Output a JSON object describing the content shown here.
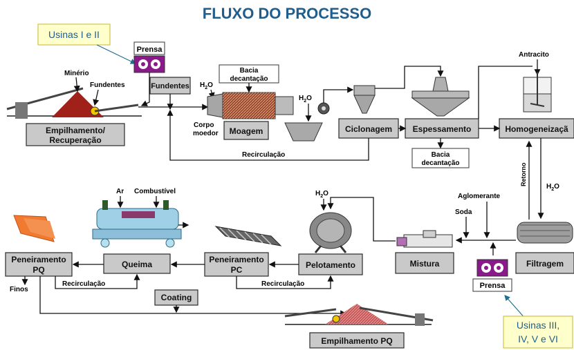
{
  "title": "FLUXO DO PROCESSO",
  "callouts": {
    "top_left": "Usinas I e II",
    "bottom_right": [
      "Usinas III,",
      "IV, V e VI"
    ]
  },
  "colors": {
    "title": "#1f5e8c",
    "box_fill": "#c9c9c9",
    "callout_fill": "#ffffcc",
    "ore_red": "#a0201a",
    "pellet_orange": "#f07a30",
    "press_purple": "#8a1a8a"
  },
  "boxes": {
    "empilhamento": [
      "Empilhamento/",
      "Recuperação"
    ],
    "fundentes_box": "Fundentes",
    "prensa_top": "Prensa",
    "moagem": "Moagem",
    "ciclonagem": "Ciclonagem",
    "espessamento": "Espessamento",
    "homogeneizacao": "Homogeneizaçã",
    "filtragem": "Filtragem",
    "mistura": "Mistura",
    "pelotamento": "Pelotamento",
    "peneiramento_pc": [
      "Peneiramento",
      "PC"
    ],
    "queima": "Queima",
    "peneiramento_pq": [
      "Peneiramento",
      "PQ"
    ],
    "coating": "Coating",
    "empilhamento_pq": "Empilhamento PQ",
    "prensa_bottom": "Prensa",
    "bacia_top": [
      "Bacia",
      "decantação"
    ],
    "bacia_bottom": [
      "Bacia",
      "decantação"
    ]
  },
  "labels": {
    "minerio": "Minério",
    "fundentes": "Fundentes",
    "h2o_moagem": "H",
    "corpo_moedor": [
      "Corpo",
      "moedor"
    ],
    "recirculacao_top": "Recirculação",
    "antracito": "Antracito",
    "retorno": "Retorno",
    "aglomerante": "Aglomerante",
    "soda": "Soda",
    "ar": "Ar",
    "combustivel": "Combustível",
    "finos": "Finos",
    "recirculacao_pq": "Recirculação",
    "recirculacao_pc": "Recirculação"
  },
  "h2o": {
    "h": "H",
    "sub": "2",
    "o": "O"
  }
}
